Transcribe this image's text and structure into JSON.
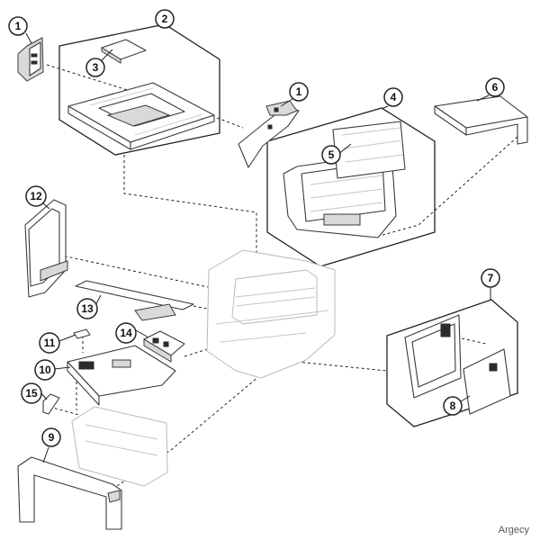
{
  "diagram": {
    "type": "exploded-parts-diagram",
    "callouts": [
      {
        "id": "callout-1a",
        "label": "1"
      },
      {
        "id": "callout-2",
        "label": "2"
      },
      {
        "id": "callout-3",
        "label": "3"
      },
      {
        "id": "callout-1b",
        "label": "1"
      },
      {
        "id": "callout-4",
        "label": "4"
      },
      {
        "id": "callout-5",
        "label": "5"
      },
      {
        "id": "callout-6",
        "label": "6"
      },
      {
        "id": "callout-12",
        "label": "12"
      },
      {
        "id": "callout-7",
        "label": "7"
      },
      {
        "id": "callout-13",
        "label": "13"
      },
      {
        "id": "callout-11",
        "label": "11"
      },
      {
        "id": "callout-14",
        "label": "14"
      },
      {
        "id": "callout-10",
        "label": "10"
      },
      {
        "id": "callout-15",
        "label": "15"
      },
      {
        "id": "callout-8",
        "label": "8"
      },
      {
        "id": "callout-9",
        "label": "9"
      }
    ]
  },
  "watermark": "Argecy"
}
